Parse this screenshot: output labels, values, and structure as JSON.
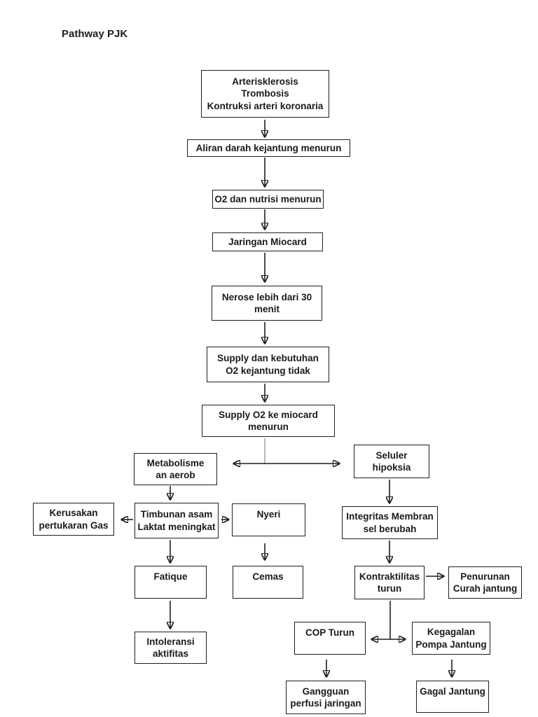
{
  "page": {
    "title": "Pathway PJK",
    "background_color": "#ffffff",
    "line_color": "#1f1f1f",
    "connector_gray_color": "#9a9a9a",
    "text_color": "#1a1a1a"
  },
  "diagram": {
    "type": "flowchart",
    "nodes": {
      "arterisklerosis": {
        "label": "Arterisklerosis\nTrombosis\nKontruksi arteri koronaria"
      },
      "aliran_darah": {
        "label": "Aliran darah kejantung menurun"
      },
      "o2_nutrisi": {
        "label": "O2 dan nutrisi menurun"
      },
      "jaringan_miocard": {
        "label": "Jaringan Miocard"
      },
      "nerose": {
        "label": "Nerose lebih dari 30\nmenit"
      },
      "supply_kebutuhan": {
        "label": "Supply dan kebutuhan\nO2 kejantung tidak"
      },
      "supply_o2": {
        "label": "Supply O2 ke miocard\nmenurun"
      },
      "metabolisme": {
        "label": "Metabolisme\nan aerob"
      },
      "seluler_hipoksia": {
        "label": "Seluler\nhipoksia"
      },
      "kerusakan_gas": {
        "label": "Kerusakan\npertukaran Gas"
      },
      "timbunan_asam": {
        "label": "Timbunan asam\nLaktat meningkat"
      },
      "nyeri": {
        "label": "Nyeri"
      },
      "integritas_membran": {
        "label": "Integritas Membran\nsel berubah"
      },
      "fatique": {
        "label": "Fatique"
      },
      "cemas": {
        "label": "Cemas"
      },
      "kontraktilitas": {
        "label": "Kontraktilitas\nturun"
      },
      "penurunan_curah": {
        "label": "Penurunan\nCurah jantung"
      },
      "intoleransi": {
        "label": "Intoleransi\naktifitas"
      },
      "cop_turun": {
        "label": "COP Turun"
      },
      "kegagalan_pompa": {
        "label": "Kegagalan\nPompa Jantung"
      },
      "gangguan_perfusi": {
        "label": "Gangguan\nperfusi jaringan"
      },
      "gagal_jantung": {
        "label": "Gagal Jantung"
      }
    },
    "edges": [
      "arterisklerosis -> aliran_darah",
      "aliran_darah -> o2_nutrisi",
      "o2_nutrisi -> jaringan_miocard",
      "jaringan_miocard -> nerose",
      "nerose -> supply_kebutuhan",
      "supply_kebutuhan -> supply_o2",
      "supply_o2 <-> (metabolisme, seluler_hipoksia)",
      "metabolisme -> timbunan_asam",
      "timbunan_asam -> kerusakan_gas",
      "timbunan_asam -> nyeri",
      "timbunan_asam -> fatique",
      "nyeri -> cemas",
      "fatique -> intoleransi",
      "seluler_hipoksia -> integritas_membran",
      "integritas_membran -> kontraktilitas",
      "kontraktilitas -> penurunan_curah",
      "kontraktilitas <-> (cop_turun, kegagalan_pompa)",
      "cop_turun -> gangguan_perfusi",
      "kegagalan_pompa -> gagal_jantung"
    ]
  }
}
